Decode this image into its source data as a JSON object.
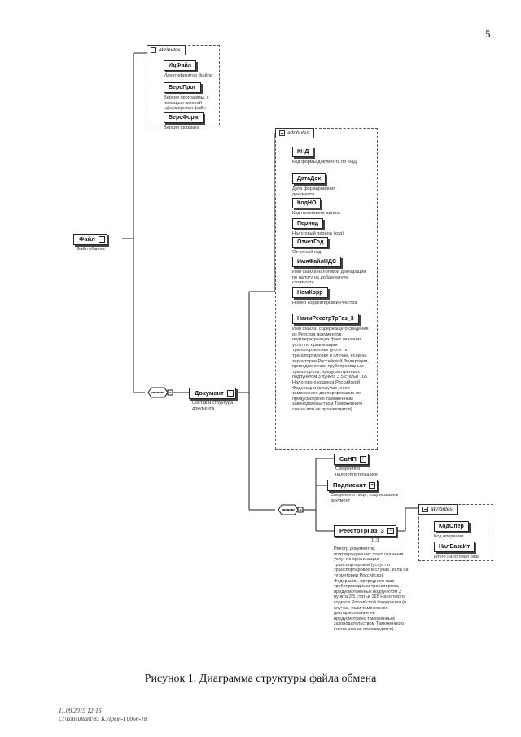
{
  "page_number": "5",
  "attributes_label": "attributes",
  "file_node": {
    "name": "Файл",
    "desc": "Файл обмена"
  },
  "file_attrs": [
    {
      "name": "ИдФайл",
      "desc": "Идентификатор файла"
    },
    {
      "name": "ВерсПрог",
      "desc": "Версия программы, с помощью которой сформирован файл"
    },
    {
      "name": "ВерсФорм",
      "desc": "Версия формата"
    }
  ],
  "document_node": {
    "name": "Документ",
    "desc": "Состав и структура документа"
  },
  "document_attrs": [
    {
      "name": "КНД",
      "desc": "Код формы документа по КНД"
    },
    {
      "name": "ДатаДок",
      "desc": "Дата формирования документа"
    },
    {
      "name": "КодНО",
      "desc": "Код налогового органа"
    },
    {
      "name": "Период",
      "desc": "Налоговый период (код)"
    },
    {
      "name": "ОтчетГод",
      "desc": "Отчетный год"
    },
    {
      "name": "ИмяФайлНДС",
      "desc": "Имя файла налоговой декларации по налогу на добавленную стоимость"
    },
    {
      "name": "НомКорр",
      "desc": "Номер корректировки Реестра"
    },
    {
      "name": "НаимРеестрТрГаз_3",
      "desc": "Имя файла, содержащего сведения из Реестра документов, подтверждающих факт оказания услуг по организации транспортировки (услуг по транспортировке в случае, если на территории Российской Федерации, природного газа трубопроводным транспортом, предусмотренных подпунктом 3 пункта 3.5 статьи 165 Налогового кодекса Российской Федерации (в случае, если таможенное декларирование не предусмотрено таможенным законодательством Таможенного союза или не производится)"
    }
  ],
  "child_nodes": [
    {
      "name": "СвНП",
      "desc": "Сведения о налогоплательщике"
    },
    {
      "name": "Подписант",
      "desc": "Сведения о лице, подписавшем документ"
    },
    {
      "name": "РеестрТрГаз_3",
      "desc": "Реестр документов, подтверждающих факт оказания услуг по организации транспортировки (услуг по транспортировке в случае, если на территории Российской Федерации, природного газа трубопроводным транспортом, предусмотренных подпунктом 3 пункта 3.5 статьи 165 Налогового кодекса Российской Федерации (в случае, если таможенное декларирование не предусмотрено таможенным законодательством Таможенного союза или не производится)",
      "multiplicity": "1..3"
    }
  ],
  "registry_attrs": [
    {
      "name": "КодОпер",
      "desc": "Код операции"
    },
    {
      "name": "НалБазаИт",
      "desc": "Итого налоговая база"
    }
  ],
  "caption": "Рисунок 1. Диаграмма структуры файла обмена",
  "footer": {
    "line1": "11.09.2015 12:15",
    "line2": "C:\\konsultant\\83 К.Лрып-Г0066-18"
  }
}
